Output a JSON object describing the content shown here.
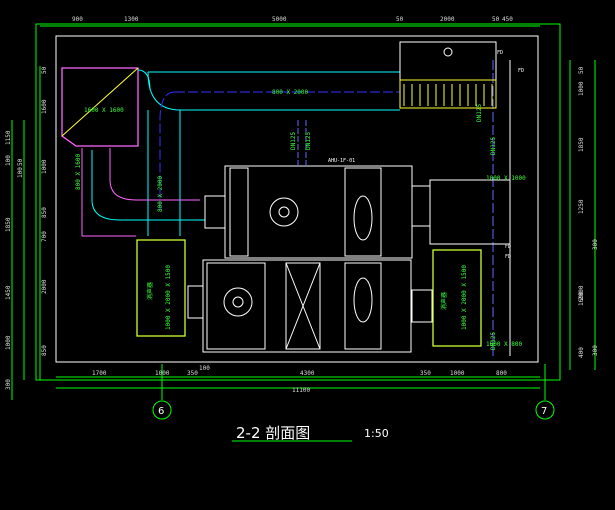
{
  "title": "2-2 剖面图",
  "scale": "1:50",
  "axes": {
    "left": "6",
    "right": "7"
  },
  "top_dims": [
    "900",
    "1300",
    "5000",
    "50",
    "2000",
    "50",
    "450"
  ],
  "bottom_dims": [
    "1700",
    "1000",
    "350",
    "100",
    "4300",
    "350",
    "1000",
    "800"
  ],
  "total_width": "11100",
  "left_dims": [
    "50",
    "1600",
    "1000",
    "850",
    "700",
    "2000",
    "850"
  ],
  "left_outer_dims": [
    "1150",
    "100",
    "50",
    "100",
    "1850",
    "1450",
    "1000",
    "300"
  ],
  "right_dims": [
    "50",
    "1000",
    "1850",
    "1250",
    "2000",
    "1600",
    "400"
  ],
  "right_outer_dims": [
    "300",
    "300"
  ],
  "ducts": {
    "main": "800 X 2000",
    "hood": "1600 X 1600",
    "vertical_a": "800 X 1600",
    "vertical_b": "800 X 2000",
    "right_bottom": "1600 X 800",
    "right_mid": "1000 X 1000"
  },
  "unit_label": "AHU-1F-01",
  "silencers": {
    "left": {
      "name": "消声器",
      "size": "1000 X 2000 X 1500"
    },
    "right": {
      "name": "消声器",
      "size": "1000 X 2000 X 1500"
    }
  },
  "valves": [
    "DN125",
    "DN125",
    "DN125",
    "DN125",
    "DN125"
  ],
  "right_tags": [
    "FD",
    "FD",
    "FD",
    "FD"
  ],
  "colors": {
    "frame": "#00ff00",
    "duct": "#00ffff",
    "unit": "#ffffff",
    "hood_fill": "#ff66ff",
    "silencer": "#ccff33",
    "pipe": "#6666ff"
  }
}
